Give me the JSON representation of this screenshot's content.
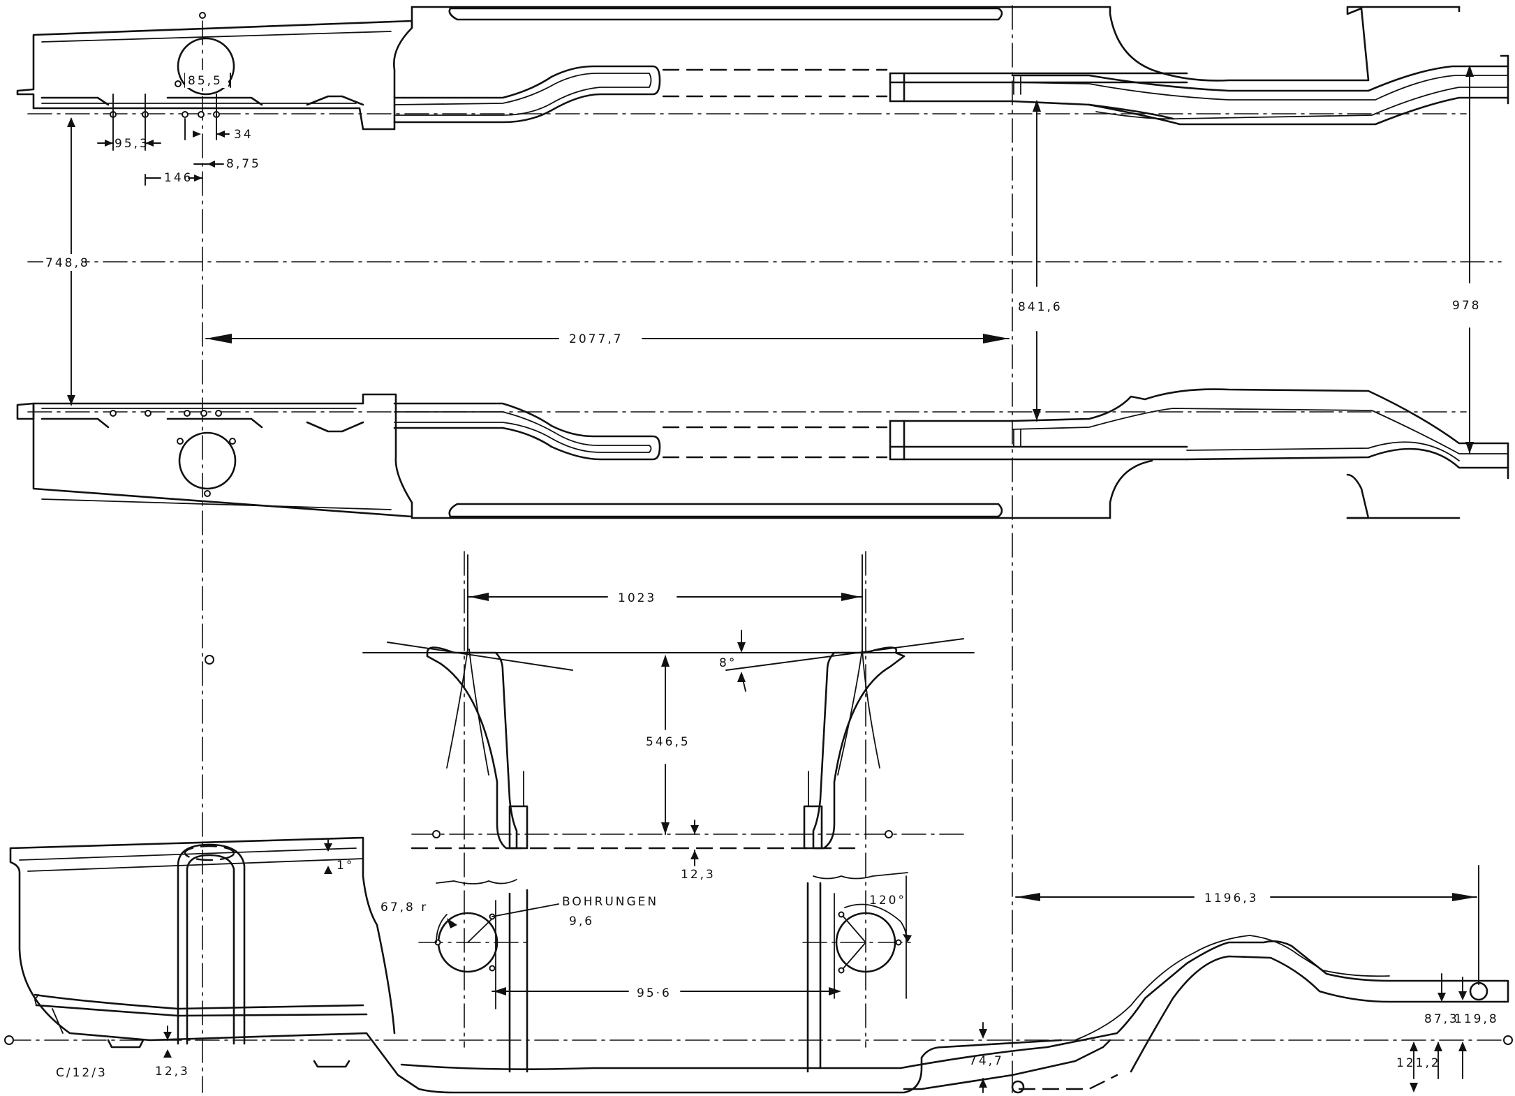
{
  "dimensions": {
    "d_855": "85,5",
    "d_953": "95,3",
    "d_34": "34",
    "d_875": "8,75",
    "d_146": "146",
    "d_7488": "748,8",
    "d_20777": "2077,7",
    "d_8416": "841,6",
    "d_978": "978",
    "d_1023": "1023",
    "d_8deg": "8°",
    "d_5465": "546,5",
    "d_123_mid": "12,3",
    "d_1deg": "1°",
    "d_678r": "67,8 r",
    "d_bohrungen": "BOHRUNGEN",
    "d_96": "9,6",
    "d_120deg": "120°",
    "d_956": "95·6",
    "d_11963": "1196,3",
    "d_873": "87,3",
    "d_1198": "119,8",
    "d_1212": "121,2",
    "d_747": "74,7",
    "d_123_low": "12,3"
  },
  "drawing_code": "C/12/3"
}
